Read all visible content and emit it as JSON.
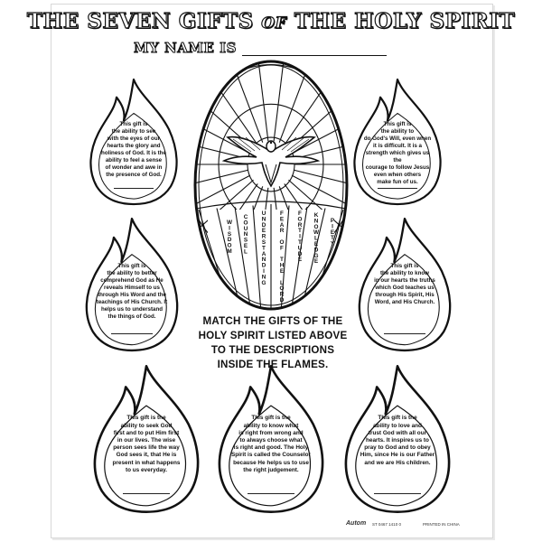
{
  "header": {
    "title_part1": "THE SEVEN GIFTS",
    "title_of": "OF",
    "title_part2": "THE HOLY SPIRIT",
    "name_label": "MY NAME IS"
  },
  "window": {
    "gifts": [
      "WISDOM",
      "COUNSEL",
      "UNDERSTANDING",
      "FEAR OF THE LORD",
      "FORTITUDE",
      "KNOWLEDGE",
      "PIETY"
    ]
  },
  "flames": [
    {
      "id": "top-left",
      "lines": [
        "This gift is",
        "the ability to see",
        "with the eyes of our",
        "hearts the glory and",
        "holiness of God. It is the",
        "ability to feel a sense",
        "of wonder and awe in",
        "the presence of God."
      ]
    },
    {
      "id": "top-right",
      "lines": [
        "This gift is",
        "the ability to",
        "do God's Will, even when",
        "it is difficult. It is a",
        "strength which gives us the",
        "courage to follow Jesus",
        "even when others",
        "make fun of us."
      ]
    },
    {
      "id": "middle-left",
      "lines": [
        "This gift is",
        "the ability to better",
        "comprehend God as He",
        "reveals Himself to us",
        "through His Word and the",
        "teachings of His Church. It",
        "helps us to understand",
        "the things of God."
      ]
    },
    {
      "id": "middle-right",
      "lines": [
        "This gift is",
        "the ability to know",
        "in our hearts the truths",
        "which God teaches us",
        "through His Spirit, His",
        "Word, and His Church."
      ]
    },
    {
      "id": "bottom-left",
      "lines": [
        "This gift is the",
        "ability to seek God",
        "first and to put Him first",
        "in our lives. The wise",
        "person sees life the way",
        "God sees it, that He is",
        "present in what happens",
        "to us everyday."
      ]
    },
    {
      "id": "bottom-center",
      "lines": [
        "This gift is the",
        "ability to know what",
        "is right from wrong and",
        "to always choose what",
        "is right and good. The Holy",
        "Spirit is called the Counselor",
        "because He helps us to use",
        "the right judgement."
      ]
    },
    {
      "id": "bottom-right",
      "lines": [
        "This gift is the",
        "ability to love and",
        "trust God with all our",
        "hearts. It inspires us to",
        "pray to God and to obey",
        "Him, since He is our Father",
        "and we are His children."
      ]
    }
  ],
  "instruction": {
    "lines": [
      "MATCH THE GIFTS OF THE",
      "HOLY SPIRIT LISTED ABOVE",
      "TO THE DESCRIPTIONS",
      "INSIDE THE FLAMES."
    ]
  },
  "footer": {
    "logo": "Autom",
    "code": "ST 0467 1410 0",
    "printed": "PRINTED IN CHINA"
  }
}
